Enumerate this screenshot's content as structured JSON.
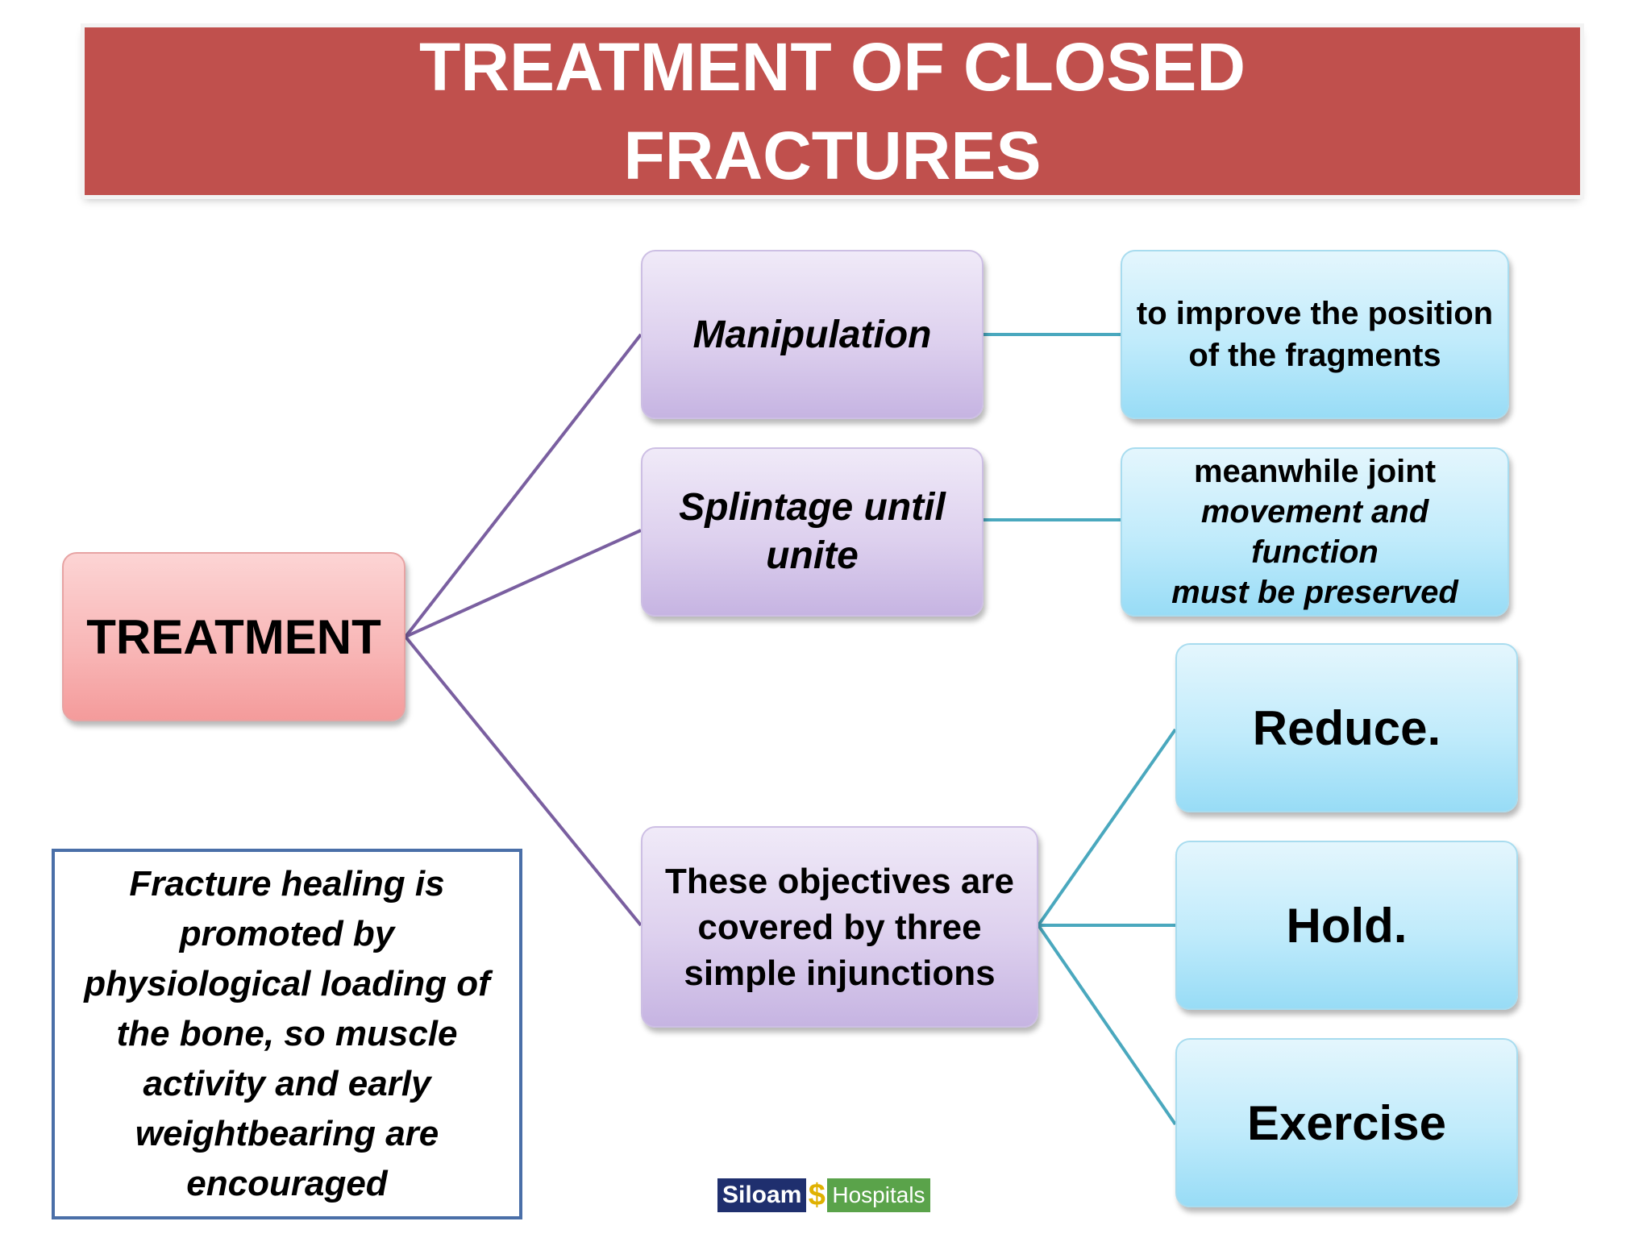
{
  "title": "TREATMENT OF CLOSED\nFRACTURES",
  "nodes": {
    "treatment": "TREATMENT",
    "manipulation": "Manipulation",
    "splintage": "Splintage until\nunite",
    "objectives": "These objectives are\ncovered by three\nsimple injunctions",
    "improve_position": "to improve the position\nof the fragments",
    "preserve_movement_line1": "meanwhile joint",
    "preserve_movement_line2": "movement and function\nmust be preserved",
    "reduce": "Reduce.",
    "hold": "Hold.",
    "exercise": "Exercise"
  },
  "note": "Fracture healing is\npromoted by\nphysiological loading of\nthe bone, so muscle\nactivity and early\nweightbearing are\nencouraged",
  "logo": {
    "left_text": "Siloam",
    "mark": "$",
    "right_text": "Hospitals"
  },
  "colors": {
    "title_banner": "#c0504d",
    "connector_purple": "#7a5fa0",
    "connector_teal": "#4aa8be",
    "note_border": "#4a6fa8"
  }
}
